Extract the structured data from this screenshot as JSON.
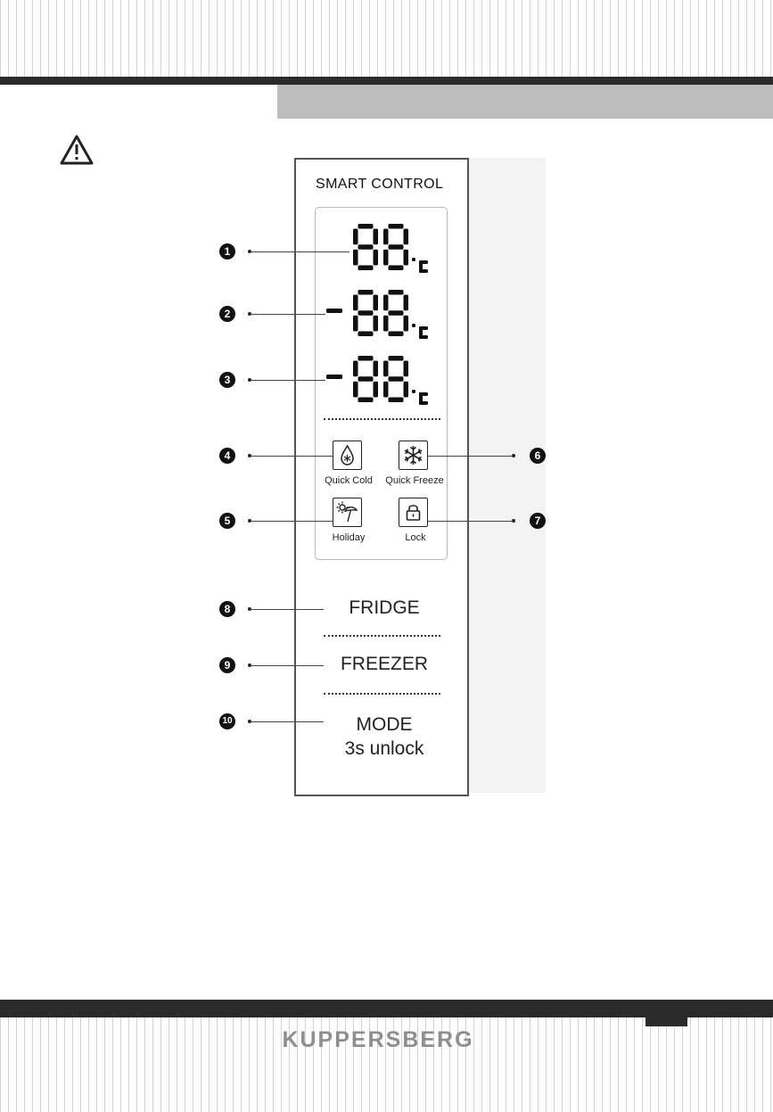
{
  "header": {
    "warning_icon": "warning-triangle-icon"
  },
  "panel": {
    "title": "SMART CONTROL",
    "displays": [
      {
        "digits": "88",
        "unit": "°C",
        "has_minus": false
      },
      {
        "digits": "88",
        "unit": "°C",
        "has_minus": true
      },
      {
        "digits": "88",
        "unit": "°C",
        "has_minus": true
      }
    ],
    "indicators": [
      {
        "label": "Quick  Cold",
        "icon": "quick-cold-icon"
      },
      {
        "label": "Quick  Freeze",
        "icon": "snowflake-icon"
      },
      {
        "label": "Holiday",
        "icon": "holiday-icon"
      },
      {
        "label": "Lock",
        "icon": "lock-icon"
      }
    ],
    "buttons": {
      "fridge": "FRIDGE",
      "freezer": "FREEZER",
      "mode_line1": "MODE",
      "mode_line2": "3s unlock"
    }
  },
  "callouts": [
    "1",
    "2",
    "3",
    "4",
    "5",
    "6",
    "7",
    "8",
    "9",
    "10"
  ],
  "footer": {
    "brand": "KUPPERSBERG"
  }
}
